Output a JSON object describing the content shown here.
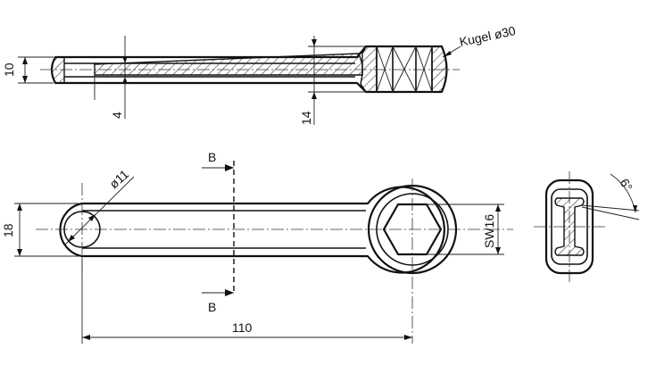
{
  "labels": {
    "kugel": "Kugel ø30",
    "dim_10": "10",
    "dim_4": "4",
    "dim_14": "14",
    "dim_11": "ø11",
    "dim_18": "18",
    "dim_110": "110",
    "dim_sw16": "SW16",
    "dim_6deg": "6°",
    "section_b_top": "B",
    "section_b_bottom": "B"
  }
}
